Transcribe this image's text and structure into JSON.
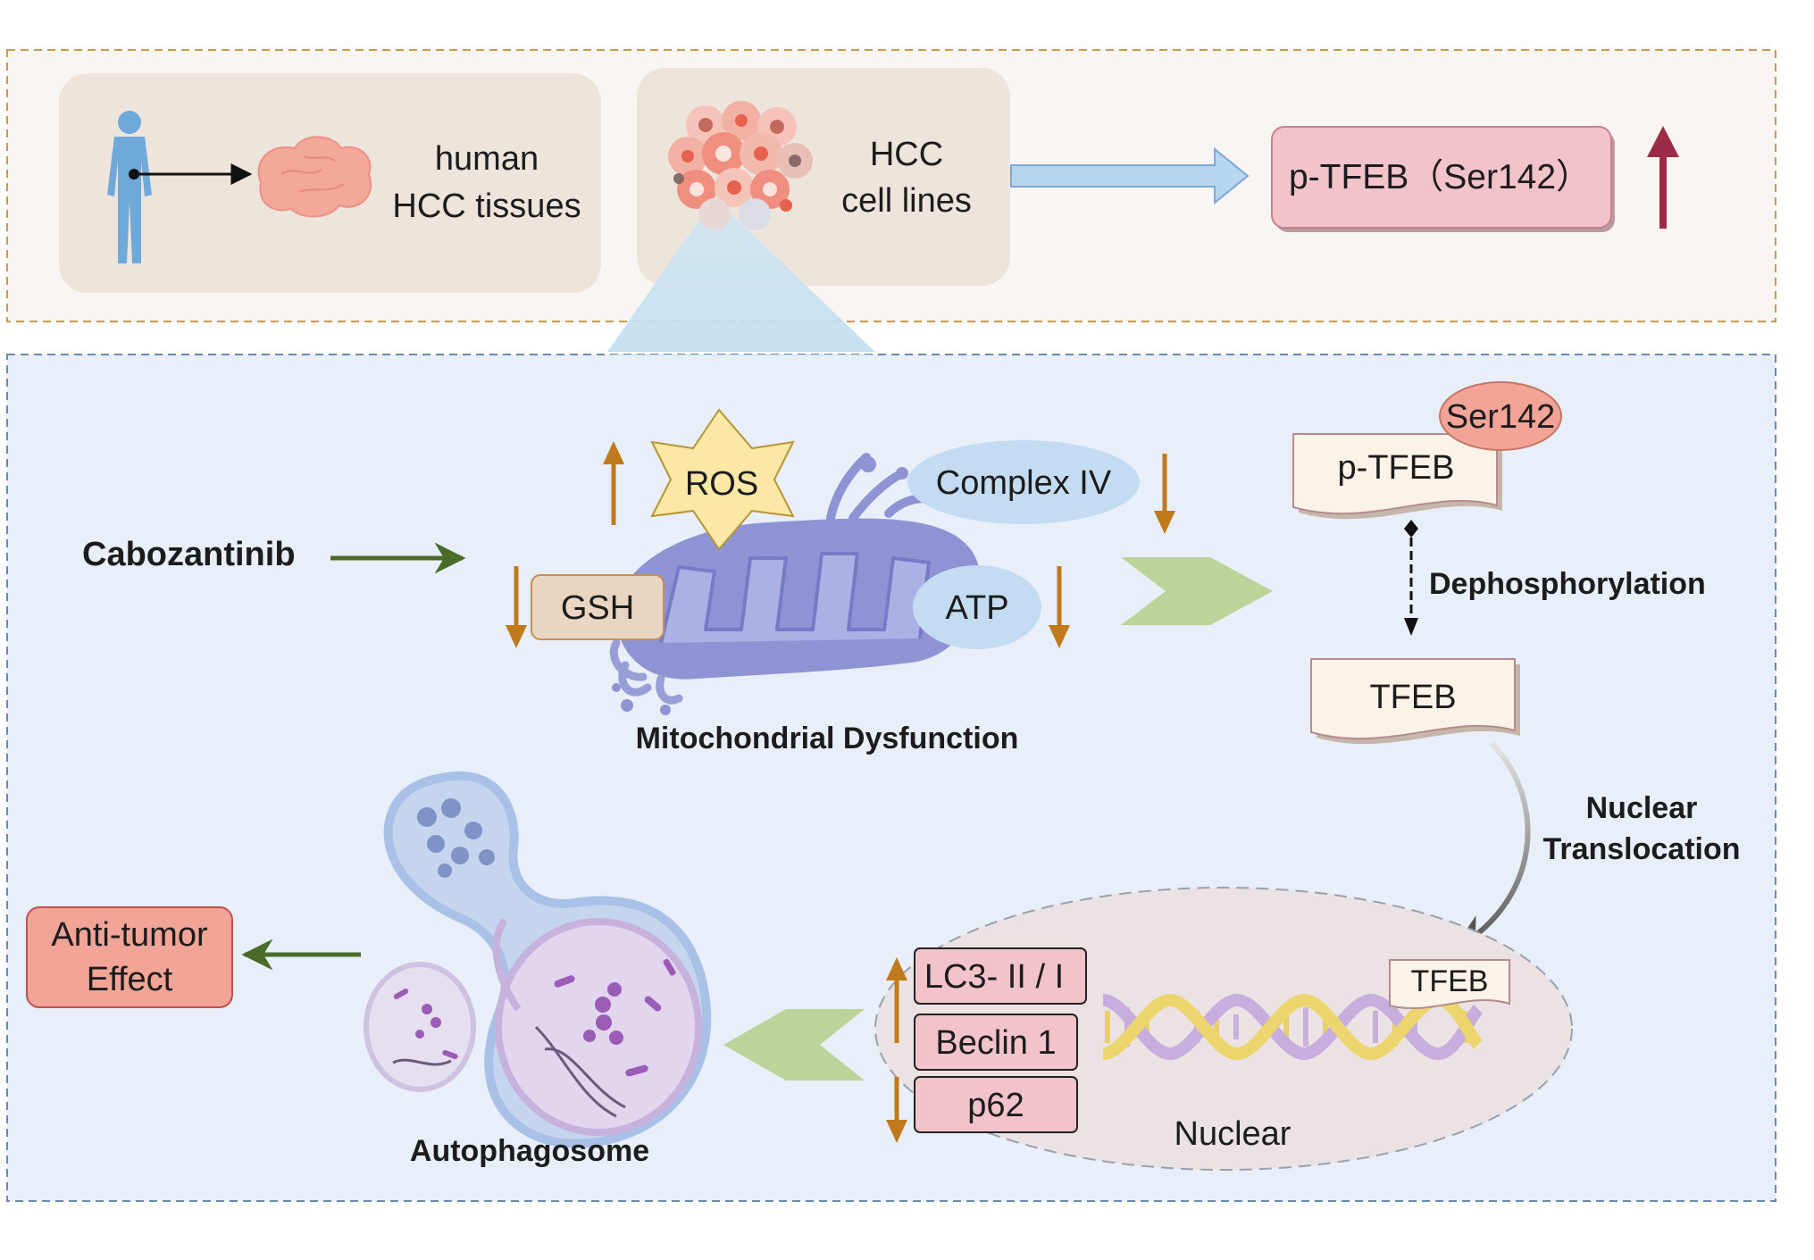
{
  "top_panel": {
    "tissue_label_line1": "human",
    "tissue_label_line2": "HCC tissues",
    "cells_label_line1": "HCC",
    "cells_label_line2": "cell lines",
    "ptfeb_box": "p-TFEB（Ser142）"
  },
  "mechanism": {
    "drug": "Cabozantinib",
    "ros": "ROS",
    "complex": "Complex IV",
    "gsh": "GSH",
    "atp": "ATP",
    "mito_caption": "Mitochondrial Dysfunction"
  },
  "tfeb_path": {
    "site": "Ser142",
    "ptfeb": "p-TFEB",
    "dephos": "Dephosphorylation",
    "tfeb": "TFEB",
    "translocation_line1": "Nuclear",
    "translocation_line2": "Translocation",
    "nuclear_tfeb": "TFEB",
    "nucleus_label": "Nuclear"
  },
  "markers": {
    "lc3": "LC3- II / I",
    "beclin": "Beclin 1",
    "p62": "p62"
  },
  "outcome": {
    "autophagosome": "Autophagosome",
    "effect_line1": "Anti-tumor",
    "effect_line2": "Effect"
  },
  "colors": {
    "up_arrow_top": "#9b2b46",
    "change_arrow": "#c07a1c",
    "green_arrow": "#4a6b2a",
    "pink_box": "#f3c3cc",
    "salmon_box": "#f2a496"
  }
}
